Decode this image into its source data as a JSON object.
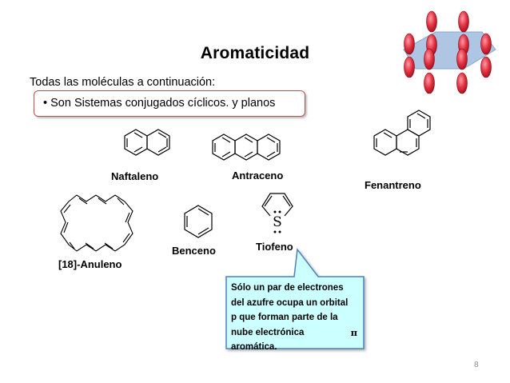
{
  "title": "Aromaticidad",
  "subtitle": "Todas las moléculas a continuación:",
  "bullet": "Son Sistemas conjugados cíclicos. y planos",
  "molecules": {
    "naftaleno": "Naftaleno",
    "antraceno": "Antraceno",
    "fenantreno": "Fenantreno",
    "anuleno": "[18]-Anuleno",
    "benceno": "Benceno",
    "tiofeno": "Tiofeno",
    "sulfur_atom": "S"
  },
  "callout": {
    "lines": [
      "Sólo un par de electrones",
      "del azufre ocupa un orbital",
      "p que forman parte de la",
      "nube electrónica",
      "aromática."
    ],
    "pi_symbol": "π"
  },
  "page_number": "8",
  "colors": {
    "bullet_border": "#c0504d",
    "callout_fill": "#ccffff",
    "callout_border": "#4f81bd",
    "orbital_fill": "#e03040",
    "orbital_plane": "#9ab8de"
  }
}
